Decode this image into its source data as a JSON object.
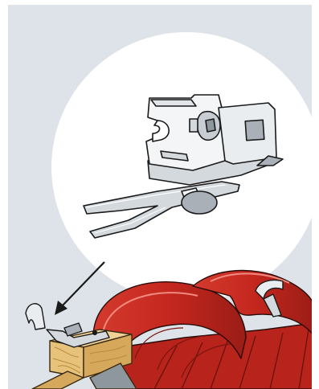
{
  "illustration": {
    "subject": "ridge-clip-installation",
    "icons": [
      "magnifier-circle",
      "ridge-clip-closeup",
      "pointer-arrow",
      "ridge-batten",
      "ridge-tiles",
      "installed-clip"
    ],
    "colors": {
      "background": "#dde3e8",
      "circle": "#ffffff",
      "metal_light": "#f3f5f7",
      "metal_mid": "#d4d9de",
      "metal_dark": "#a9b0b7",
      "outline": "#1a1a1a",
      "tile_red": "#c4271e",
      "tile_highlight": "#e4584a",
      "tile_shadow": "#8f1a14",
      "wood": "#e7c27a",
      "wood_grain": "#b88b3e",
      "slate_gray": "#8e979e"
    }
  }
}
